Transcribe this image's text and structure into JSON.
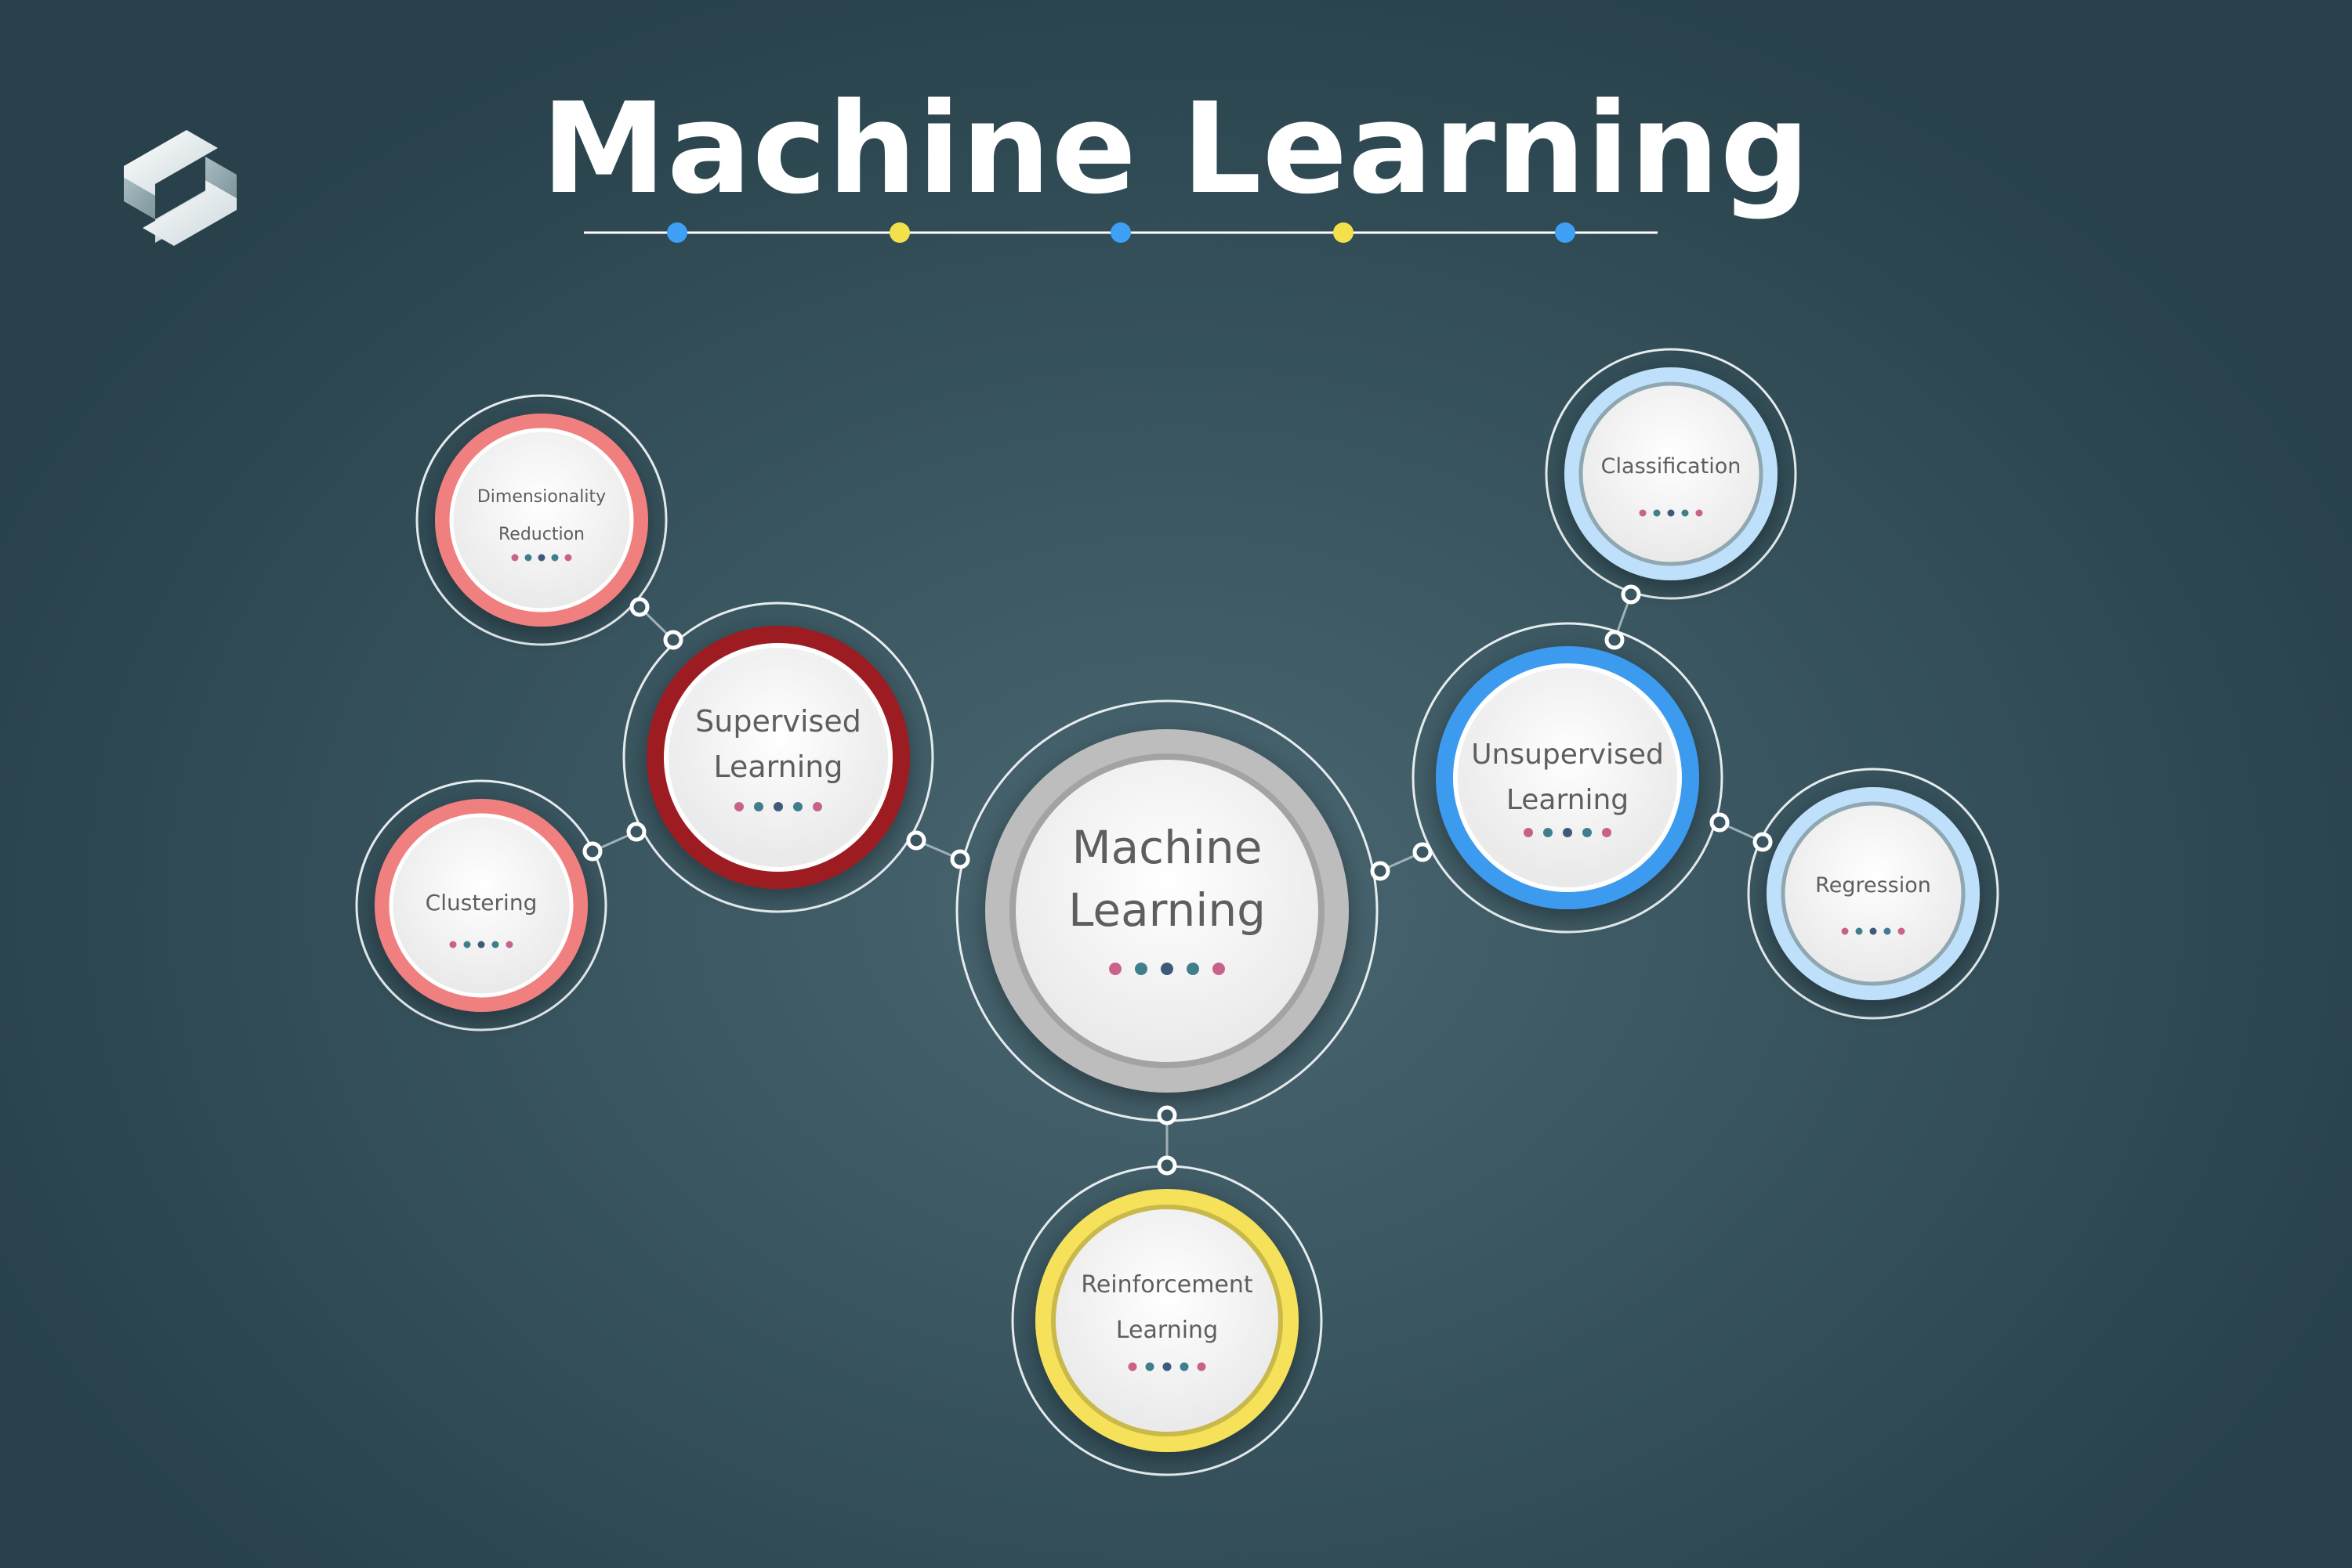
{
  "title": "Machine Learning",
  "colors": {
    "background": "#3a5660",
    "gray_ring": "#bdbdbd",
    "red_ring": "#9c1c22",
    "pink_ring": "#f08080",
    "blue_ring": "#3d9bef",
    "light_blue_ring": "#bfe0fb",
    "yellow_ring": "#f6e15a",
    "dot_blue": "#3ea1f5",
    "dot_yellow": "#f3e14b"
  },
  "nodes": {
    "center": {
      "line1": "Machine",
      "line2": "Learning"
    },
    "supervised": {
      "line1": "Supervised",
      "line2": "Learning"
    },
    "unsupervised": {
      "line1": "Unsupervised",
      "line2": "Learning"
    },
    "reinforcement": {
      "line1": "Reinforcement",
      "line2": "Learning"
    },
    "dimensionality": {
      "line1": "Dimensionality",
      "line2": "Reduction"
    },
    "clustering": {
      "line1": "Clustering"
    },
    "classification": {
      "line1": "Classification"
    },
    "regression": {
      "line1": "Regression"
    }
  },
  "dot_colors": [
    "#c9628a",
    "#3f7f8c",
    "#3d5a7a",
    "#3f7f8c",
    "#c9628a"
  ],
  "logo": "hexagon-s-logo"
}
